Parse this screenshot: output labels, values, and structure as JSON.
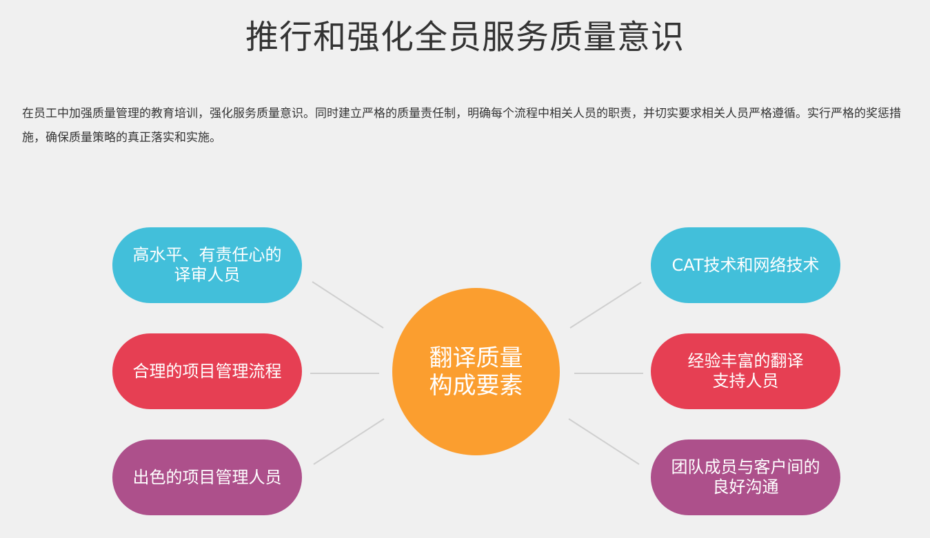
{
  "page": {
    "title": "推行和强化全员服务质量意识",
    "description": "在员工中加强质量管理的教育培训，强化服务质量意识。同时建立严格的质量责任制，明确每个流程中相关人员的职责，并切实要求相关人员严格遵循。实行严格的奖惩措施，确保质量策略的真正落实和实施。"
  },
  "diagram": {
    "center": {
      "label": "翻译质量\n构成要素",
      "color": "#fb9e2f"
    },
    "left_nodes": [
      {
        "label": "高水平、有责任心的\n译审人员",
        "color": "#42bfda"
      },
      {
        "label": "合理的项目管理流程",
        "color": "#e63f53"
      },
      {
        "label": "出色的项目管理人员",
        "color": "#ad508b"
      }
    ],
    "right_nodes": [
      {
        "label": "CAT技术和网络技术",
        "color": "#42bfda"
      },
      {
        "label": "经验丰富的翻译\n支持人员",
        "color": "#e63f53"
      },
      {
        "label": "团队成员与客户间的\n良好沟通",
        "color": "#ad508b"
      }
    ]
  }
}
